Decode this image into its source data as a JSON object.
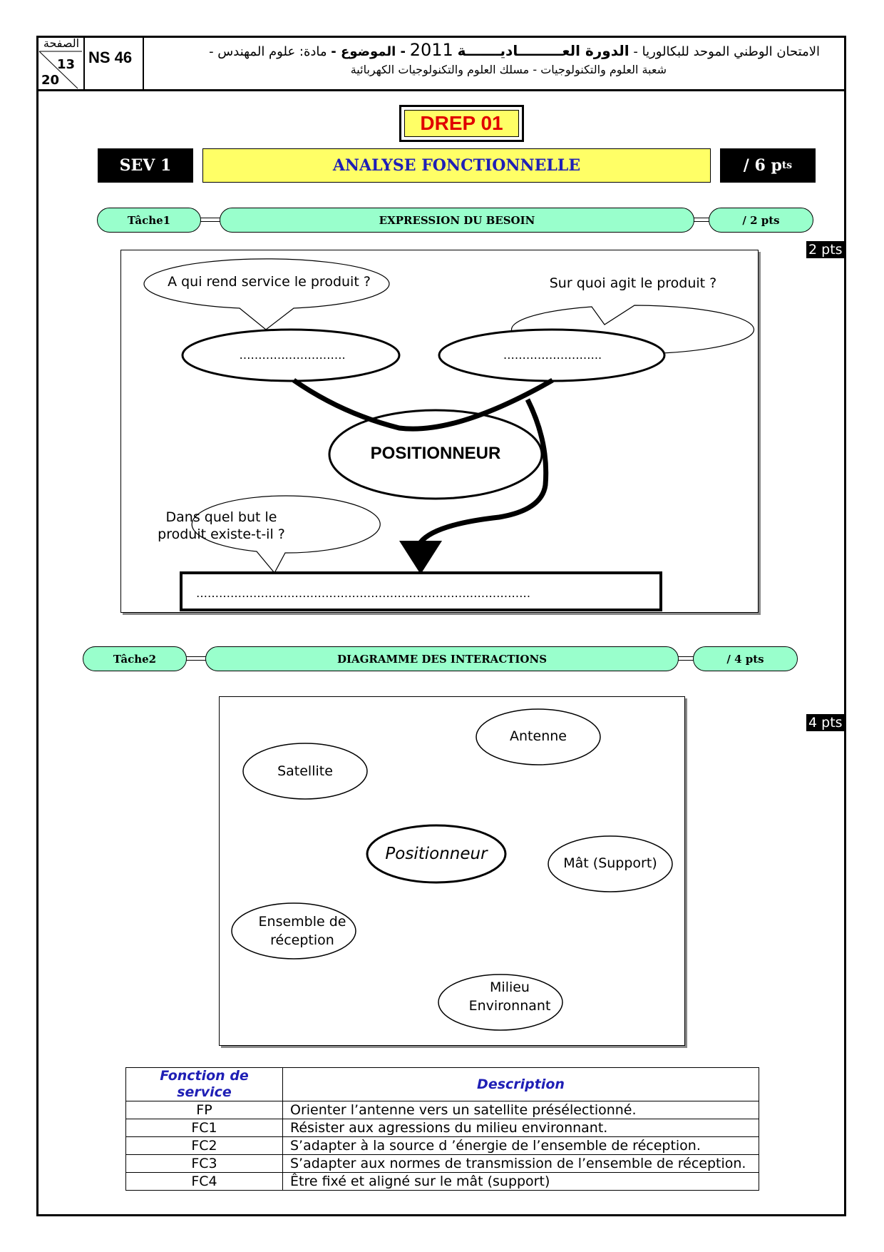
{
  "header": {
    "page_word": "الصفحة",
    "page_num": "13",
    "page_total": "20",
    "code": "NS 46",
    "line1_a": "الامتحان الوطني الموحد للبكالوريا -",
    "line1_b": "الدورة العـــــــــاديـــــــة",
    "line1_c": "2011",
    "line1_d": "- الموضوع -",
    "line1_e": "مادة: علوم المهندس -",
    "line2": "شعبة العلوم والتكنولوجيات  -  مسلك العلوم والتكنولوجيات الكهربائية"
  },
  "title": {
    "drep": "DREP 01"
  },
  "section": {
    "sev": "SEV 1",
    "name": "ANALYSE FONCTIONNELLE",
    "score": "/ 6 p",
    "score_sup": "ts"
  },
  "task1": {
    "label": "Tâche1",
    "name": "EXPRESSION DU BESOIN",
    "score": "/ 2 pts",
    "pts_badge": "2 pts",
    "bubble_left": "A qui rend service le produit ?",
    "bubble_right": "Sur quoi agit le produit ?",
    "bubble_bottom_1": "Dans  quel  but  le",
    "bubble_bottom_2": "produit existe-t-il ?",
    "dots_left": "……………………….",
    "dots_right": "……………………..",
    "center": "POSITIONNEUR",
    "dots_bottom": "…………………….………………………………………………………"
  },
  "task2": {
    "label": "Tâche2",
    "name": "DIAGRAMME DES INTERACTIONS",
    "score": "/ 4 pts",
    "pts_badge": "4 pts",
    "antenne": "Antenne",
    "satellite": "Satellite",
    "positionneur": "Positionneur",
    "mat": "Mât (Support)",
    "ensemble_1": "Ensemble de",
    "ensemble_2": "réception",
    "milieu_1": "Milieu",
    "milieu_2": "Environnant"
  },
  "table": {
    "col1": "Fonction de service",
    "col2": "Description",
    "rows": [
      {
        "code": "FP",
        "desc": "Orienter l’antenne vers un satellite présélectionné."
      },
      {
        "code": "FC1",
        "desc": "Résister aux agressions du milieu environnant."
      },
      {
        "code": "FC2",
        "desc": "S’adapter à la source d ’énergie de l’ensemble de réception."
      },
      {
        "code": "FC3",
        "desc": "S’adapter aux normes de transmission de l’ensemble de réception."
      },
      {
        "code": "FC4",
        "desc": "Être fixé et aligné sur le mât (support)"
      }
    ]
  }
}
